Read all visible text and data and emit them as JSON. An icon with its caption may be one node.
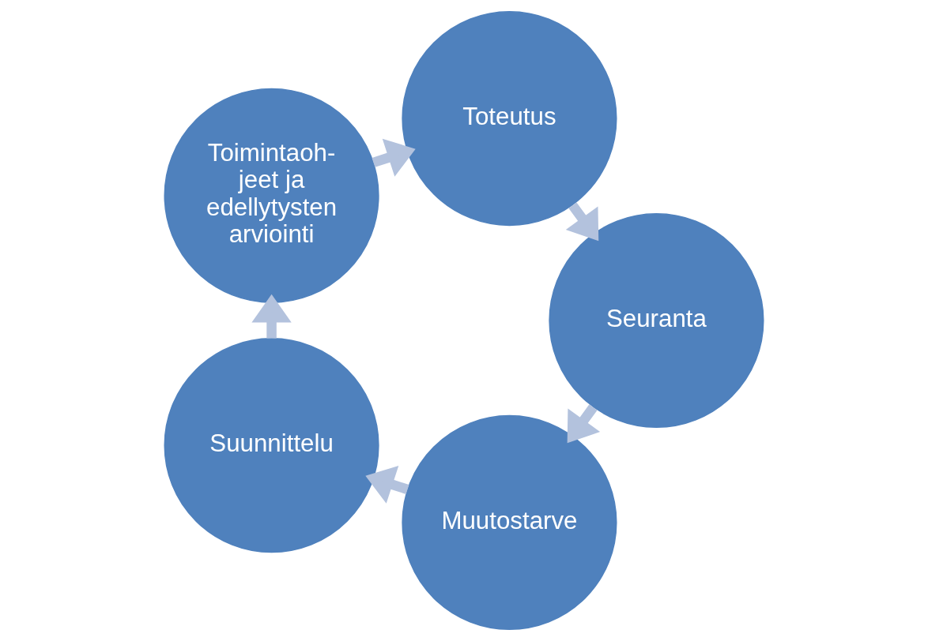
{
  "diagram": {
    "nodes": [
      {
        "text": [
          "Muutostarve"
        ]
      },
      {
        "text": [
          "Suunnittelu"
        ]
      },
      {
        "text": [
          "Toimintaoh- jeet ja edellytysten arviointi"
        ]
      },
      {
        "text": [
          "Toteutus"
        ]
      },
      {
        "text": [
          "Seuranta"
        ]
      }
    ],
    "edges": [
      {
        "from": 0,
        "to": 1,
        "arrow": "to"
      },
      {
        "from": 1,
        "to": 2,
        "arrow": "to"
      },
      {
        "from": 2,
        "to": 3,
        "arrow": "to"
      },
      {
        "from": 3,
        "to": 4,
        "arrow": "to"
      },
      {
        "from": 4,
        "to": 0,
        "arrow": "to"
      }
    ]
  }
}
